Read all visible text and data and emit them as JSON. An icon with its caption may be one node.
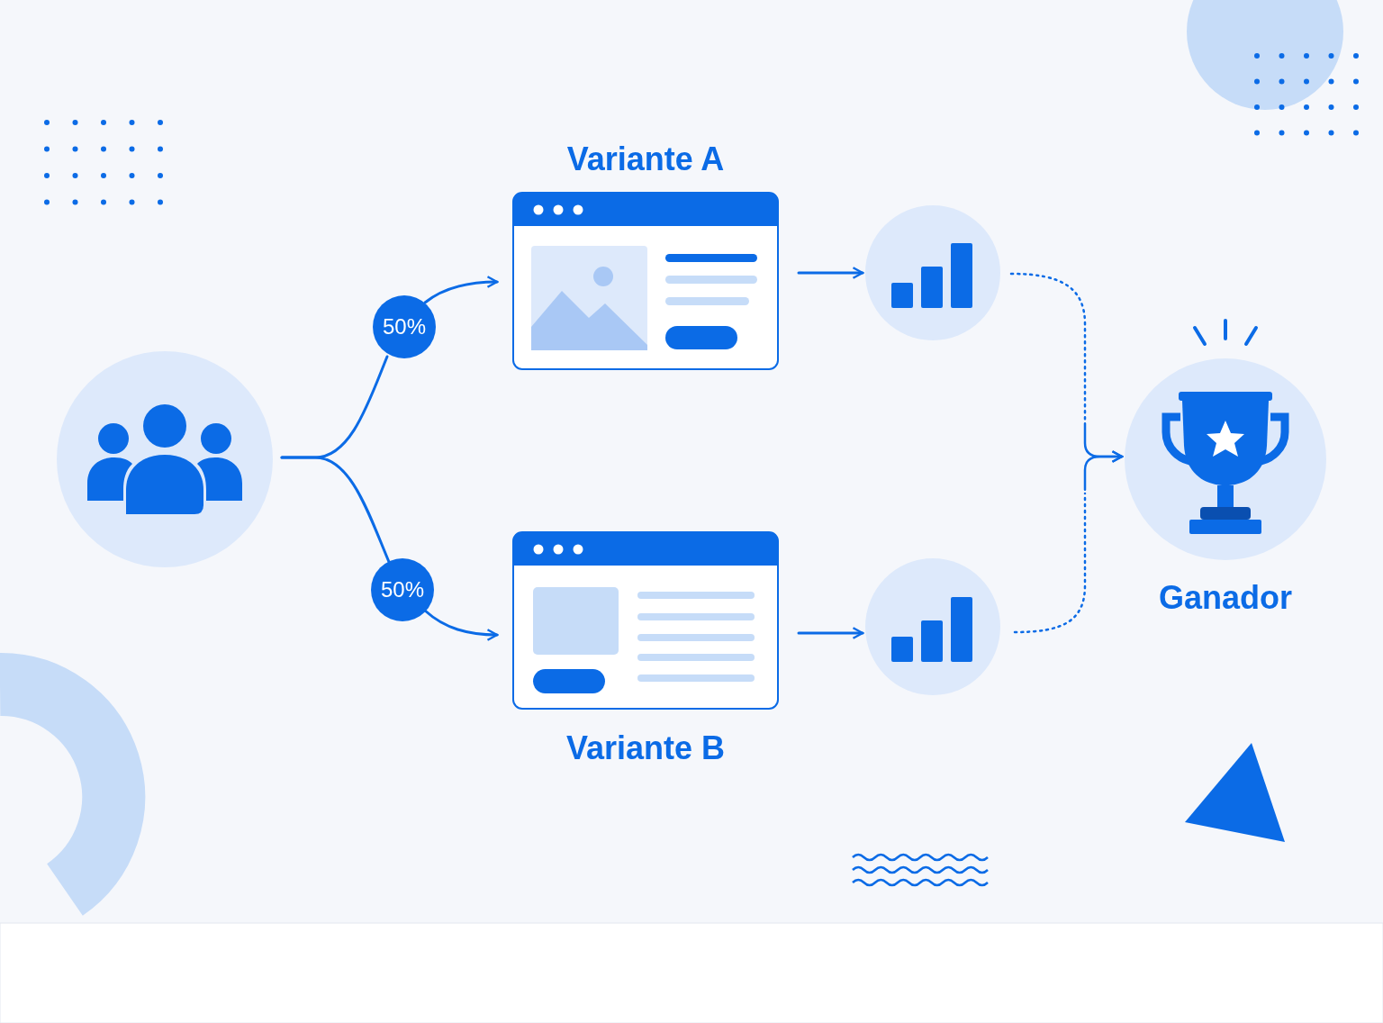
{
  "diagram": {
    "nodes": [
      {
        "text": [],
        "shape": "circle"
      },
      {
        "text": [
          "50%"
        ]
      },
      {
        "text": [
          "50%"
        ]
      },
      {
        "text": [
          "Variante A"
        ]
      },
      {
        "text": [
          "Variante B"
        ]
      },
      {
        "text": [],
        "shape": "circle"
      },
      {
        "text": [],
        "shape": "circle"
      },
      {
        "text": [
          "Ganador"
        ]
      }
    ],
    "edges": [
      {
        "from": 0,
        "to": 1,
        "arrow": "none"
      },
      {
        "from": 1,
        "to": 3,
        "arrow": "to"
      },
      {
        "from": 0,
        "to": 2,
        "arrow": "none"
      },
      {
        "from": 2,
        "to": 4,
        "arrow": "to"
      },
      {
        "from": 3,
        "to": 5,
        "arrow": "to"
      },
      {
        "from": 4,
        "to": 6,
        "arrow": "to"
      },
      {
        "from": 5,
        "to": 7,
        "arrow": "to",
        "style": "dashed"
      },
      {
        "from": 6,
        "to": 7,
        "arrow": "to",
        "style": "dashed"
      }
    ]
  }
}
